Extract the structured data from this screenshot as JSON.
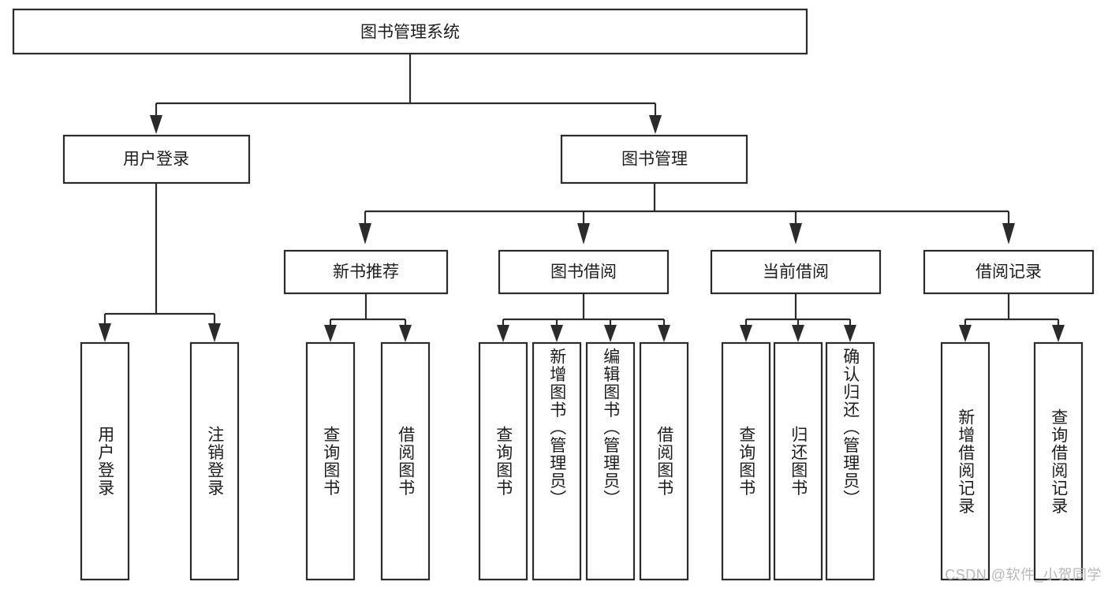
{
  "diagram": {
    "type": "tree-hierarchy",
    "title": "图书管理系统",
    "orientation": "top-down",
    "colors": {
      "box_stroke": "#2b2b2b",
      "box_fill": "#ffffff",
      "text": "#1d1d1d",
      "connector": "#2b2b2b",
      "background": "#ffffff",
      "watermark": "#b8b8b8"
    },
    "root": {
      "label": "图书管理系统"
    },
    "level1": [
      {
        "label": "用户登录"
      },
      {
        "label": "图书管理"
      }
    ],
    "level2": [
      {
        "label": "新书推荐"
      },
      {
        "label": "图书借阅"
      },
      {
        "label": "当前借阅"
      },
      {
        "label": "借阅记录"
      }
    ],
    "leaves": {
      "user_login": [
        {
          "label": "用户登录"
        },
        {
          "label": "注销登录"
        }
      ],
      "new_book_recommend": [
        {
          "label": "查询图书"
        },
        {
          "label": "借阅图书"
        }
      ],
      "book_borrow": [
        {
          "label": "查询图书"
        },
        {
          "label": "新增图书（管理员）"
        },
        {
          "label": "编辑图书（管理员）"
        },
        {
          "label": "借阅图书"
        }
      ],
      "current_borrow": [
        {
          "label": "查询图书"
        },
        {
          "label": "归还图书"
        },
        {
          "label": "确认归还（管理员）"
        }
      ],
      "borrow_record": [
        {
          "label": "新增借阅记录"
        },
        {
          "label": "查询借阅记录"
        }
      ]
    }
  },
  "watermark": {
    "text": "CSDN @软件_小贺同学"
  }
}
